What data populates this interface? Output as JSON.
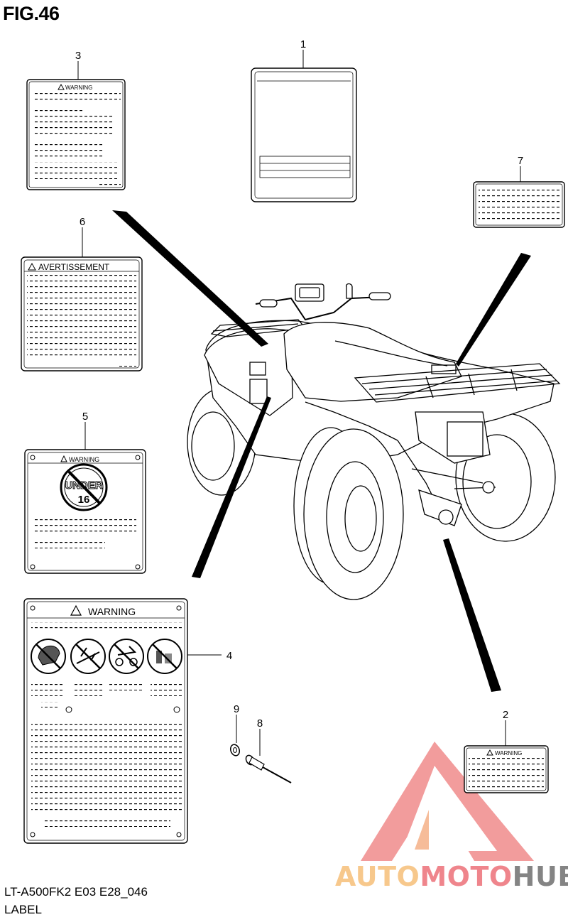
{
  "figure": {
    "title": "FIG.46"
  },
  "callouts": [
    "1",
    "2",
    "3",
    "4",
    "5",
    "6",
    "7",
    "8",
    "9"
  ],
  "labels": {
    "warning": "WARNING",
    "avertissement": "AVERTISSEMENT",
    "under_line1": "UNDER",
    "under_line2": "16"
  },
  "footer": {
    "model": "LT-A500FK2 E03 E28_046",
    "name": "LABEL"
  },
  "watermark": {
    "part_a": "AUTO",
    "part_b": "MOTO",
    "part_c": "HUB",
    "colors": {
      "orange": "#f6be78",
      "red": "#ec7078",
      "gray": "#6e6e6e"
    }
  }
}
